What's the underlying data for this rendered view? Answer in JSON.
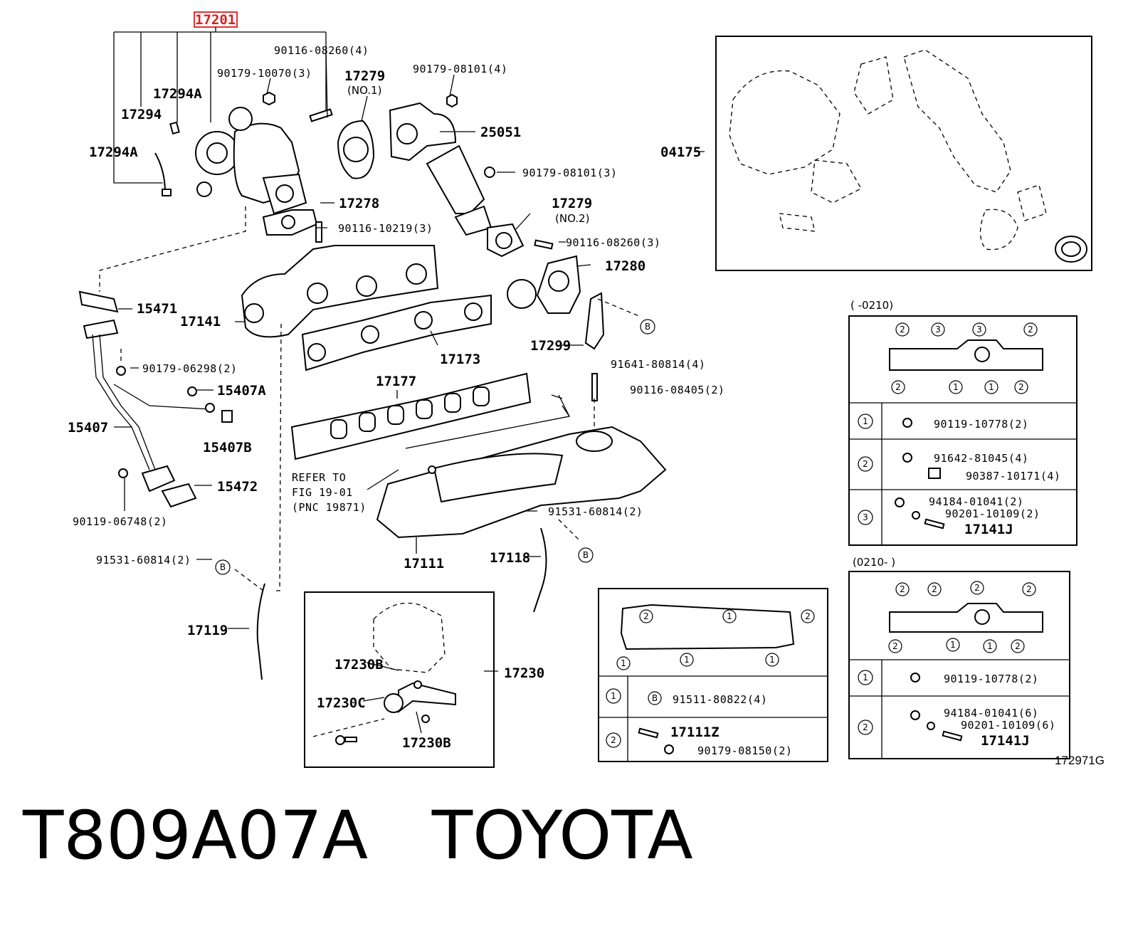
{
  "highlight_part": "17201",
  "diagram_code": "172971G",
  "caption": {
    "part_number": "T809A07A",
    "brand": "TOYOTA"
  },
  "labels": {
    "p17294A_top": "17294A",
    "p17294": "17294",
    "p17294A_left": "17294A",
    "p90116_08260_4": "90116-08260(4)",
    "p90179_10070_3": "90179-10070(3)",
    "p17279_no1": "17279",
    "no1": "(NO.1)",
    "p90179_08101_4": "90179-08101(4)",
    "p25051": "25051",
    "p90179_08101_3": "90179-08101(3)",
    "p17278": "17278",
    "p90116_10219_3": "90116-10219(3)",
    "p17279_no2": "17279",
    "no2": "(NO.2)",
    "p90116_08260_3": "90116-08260(3)",
    "p17280": "17280",
    "p04175": "04175",
    "p15471": "15471",
    "p17141": "17141",
    "p17299": "17299",
    "p91641_80814_4": "91641-80814(4)",
    "p17173": "17173",
    "p90179_06298_2": "90179-06298(2)",
    "p15407A": "15407A",
    "p17177": "17177",
    "p90116_08405_2": "90116-08405(2)",
    "p15407": "15407",
    "p15407B": "15407B",
    "p15472": "15472",
    "refer1": "REFER TO",
    "refer2": "FIG 19-01",
    "refer3": "(PNC 19871)",
    "p90119_06748_2": "90119-06748(2)",
    "p91531_60814_2_right": "91531-60814(2)",
    "p17111": "17111",
    "p17118": "17118",
    "p91531_60814_2_left": "91531-60814(2)",
    "p17119": "17119",
    "p17230B_top": "17230B",
    "p17230": "17230",
    "p17230C": "17230C",
    "p17230B_bottom": "17230B"
  },
  "table_top": {
    "range_label": "(      -0210)",
    "rows": [
      {
        "key": "1",
        "parts": [
          "90119-10778(2)"
        ]
      },
      {
        "key": "2",
        "parts": [
          "91642-81045(4)",
          "90387-10171(4)"
        ]
      },
      {
        "key": "3",
        "parts": [
          "94184-01041(2)",
          "90201-10109(2)",
          "17141J"
        ]
      }
    ]
  },
  "table_bottom": {
    "range_label": "(0210-      )",
    "rows": [
      {
        "key": "1",
        "parts": [
          "90119-10778(2)"
        ]
      },
      {
        "key": "2",
        "parts": [
          "94184-01041(6)",
          "90201-10109(6)",
          "17141J"
        ]
      }
    ]
  },
  "table_mid": {
    "rows": [
      {
        "key": "1",
        "parts": [
          "91511-80822(4)"
        ]
      },
      {
        "key": "2",
        "parts": [
          "17111Z",
          "90179-08150(2)"
        ]
      }
    ]
  },
  "marker_b": "B"
}
